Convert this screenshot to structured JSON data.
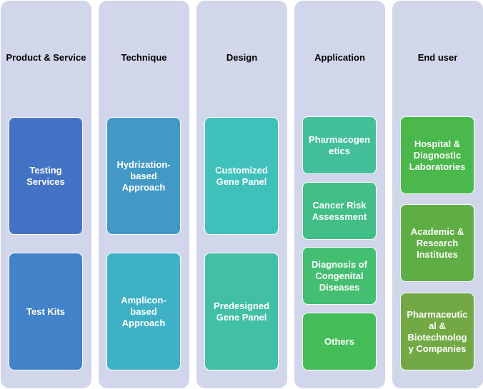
{
  "columns": [
    {
      "title": "Product & Service",
      "items": [
        {
          "label": "Testing\nServices",
          "color": "#4472c4"
        },
        {
          "label": "Test Kits",
          "color": "#4282c9"
        }
      ]
    },
    {
      "title": "Technique",
      "items": [
        {
          "label": "Hydrization-\nbased\nApproach",
          "color": "#4299c6"
        },
        {
          "label": "Amplicon-\nbased\nApproach",
          "color": "#3fb1c6"
        }
      ]
    },
    {
      "title": "Design",
      "items": [
        {
          "label": "Customized\nGene Panel",
          "color": "#40c0bb"
        },
        {
          "label": "Predesigned\nGene Panel",
          "color": "#41c0a6"
        }
      ]
    },
    {
      "title": "Application",
      "items": [
        {
          "label": "Pharmacogen\netics",
          "color": "#43bf9a"
        },
        {
          "label": "Cancer Risk\nAssessment",
          "color": "#42bf87"
        },
        {
          "label": "Diagnosis of\nCongenital\nDiseases",
          "color": "#44bf71"
        },
        {
          "label": "Others",
          "color": "#45bd58"
        }
      ]
    },
    {
      "title": "End user",
      "items": [
        {
          "label": "Hospital &\nDiagnostic\nLaboratories",
          "color": "#4ab84b"
        },
        {
          "label": "Academic &\nResearch\nInstitutes",
          "color": "#5fae45"
        },
        {
          "label": "Pharmaceutic\nal &\nBiotechnolog\ny Companies",
          "color": "#72a945"
        }
      ]
    }
  ]
}
